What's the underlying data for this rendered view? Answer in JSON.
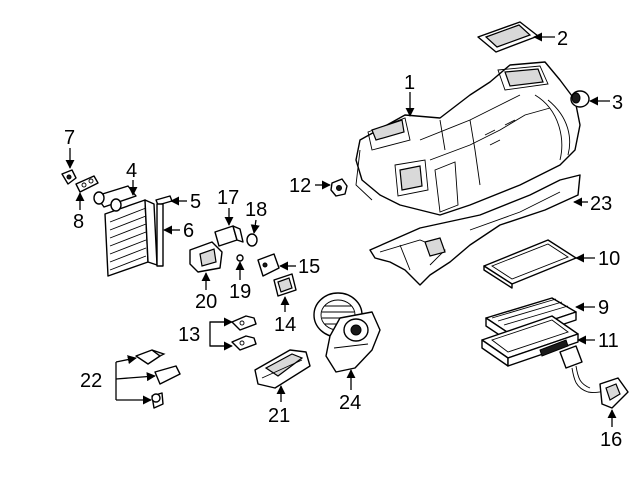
{
  "callouts": {
    "c1": "1",
    "c2": "2",
    "c3": "3",
    "c4": "4",
    "c5": "5",
    "c6": "6",
    "c7": "7",
    "c8": "8",
    "c9": "9",
    "c10": "10",
    "c11": "11",
    "c12": "12",
    "c13": "13",
    "c14": "14",
    "c15": "15",
    "c16": "16",
    "c17": "17",
    "c18": "18",
    "c19": "19",
    "c20": "20",
    "c21": "21",
    "c22": "22",
    "c23": "23",
    "c24": "24"
  },
  "colors": {
    "line": "#000000",
    "background": "#ffffff",
    "shade": "#d9d9d9"
  }
}
